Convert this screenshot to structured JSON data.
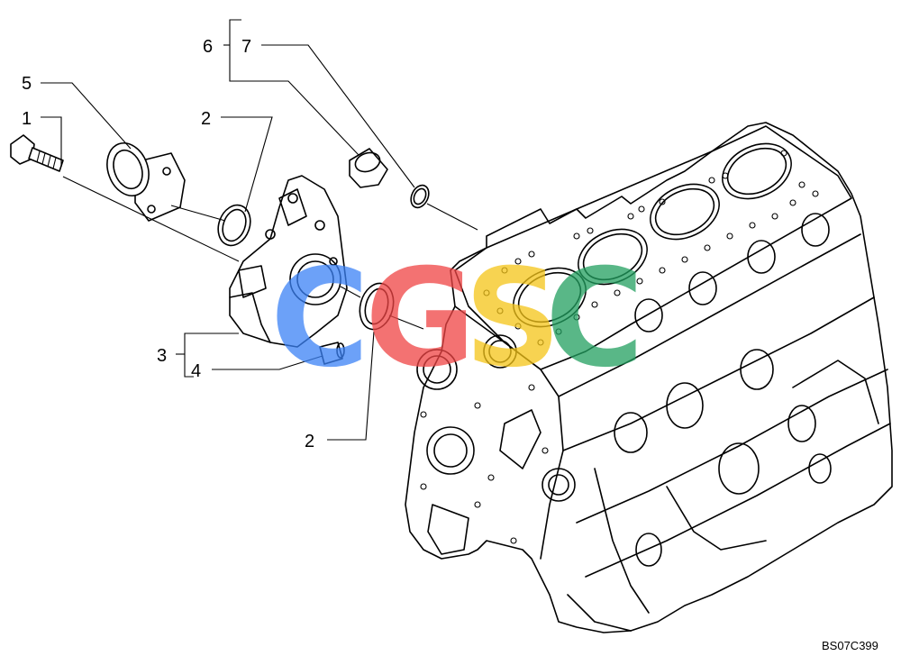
{
  "callouts": [
    {
      "id": "1",
      "text": "1"
    },
    {
      "id": "2a",
      "text": "2"
    },
    {
      "id": "2b",
      "text": "2"
    },
    {
      "id": "3",
      "text": "3"
    },
    {
      "id": "4",
      "text": "4"
    },
    {
      "id": "5",
      "text": "5"
    },
    {
      "id": "6",
      "text": "6"
    },
    {
      "id": "7",
      "text": "7"
    }
  ],
  "reference_code": "BS07C399",
  "watermark": {
    "letters": [
      "C",
      "G",
      "S",
      "C"
    ],
    "colors": [
      "#3b82f6",
      "#ef4444",
      "#f5c518",
      "#22a060"
    ]
  }
}
